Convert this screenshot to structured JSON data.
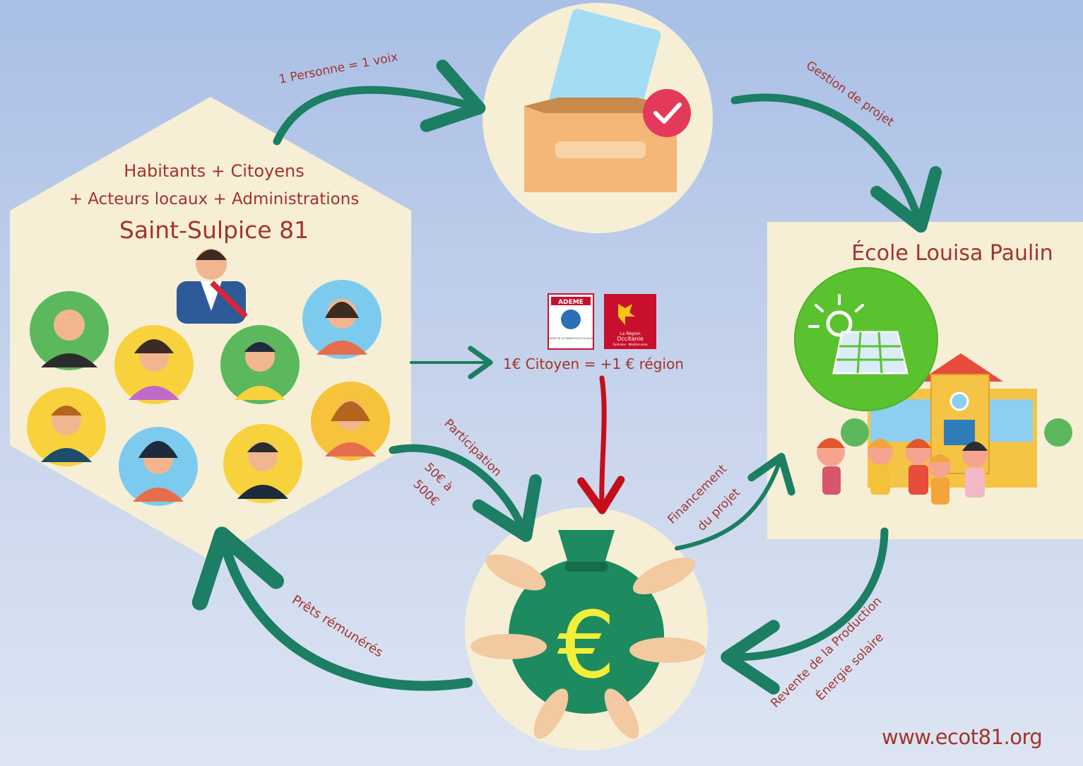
{
  "colors": {
    "arrow_green": "#1c7e63",
    "arrow_red": "#c40f1b",
    "text_red": "#a3332b",
    "panel_cream": "#f6efd6"
  },
  "community": {
    "line1": "Habitants + Citoyens",
    "line2": "+ Acteurs locaux + Administrations",
    "title": "Saint-Sulpice 81"
  },
  "school": {
    "title": "École Louisa Paulin"
  },
  "flows": {
    "vote": "1 Personne = 1 voix",
    "management": "Gestion de projet",
    "matching": "1€ Citoyen = +1 € région",
    "participation": "Participation",
    "amount_line1": "50€ à",
    "amount_line2": "500€",
    "financing_line1": "Financement",
    "financing_line2": "du projet",
    "loans": "Prêts rémunérés",
    "resale_line1": "Revente de la Production",
    "resale_line2": "Énergie solaire"
  },
  "logos": {
    "ademe": "ADEME",
    "ademe_sub": "AGENCE DE LA TRANSITION ÉCOLOGIQUE",
    "occitanie_small": "La Région",
    "occitanie": "Occitanie",
    "occitanie_sub": "Pyrénées - Méditerranée"
  },
  "money_symbol": "€",
  "website": "www.ecot81.org"
}
